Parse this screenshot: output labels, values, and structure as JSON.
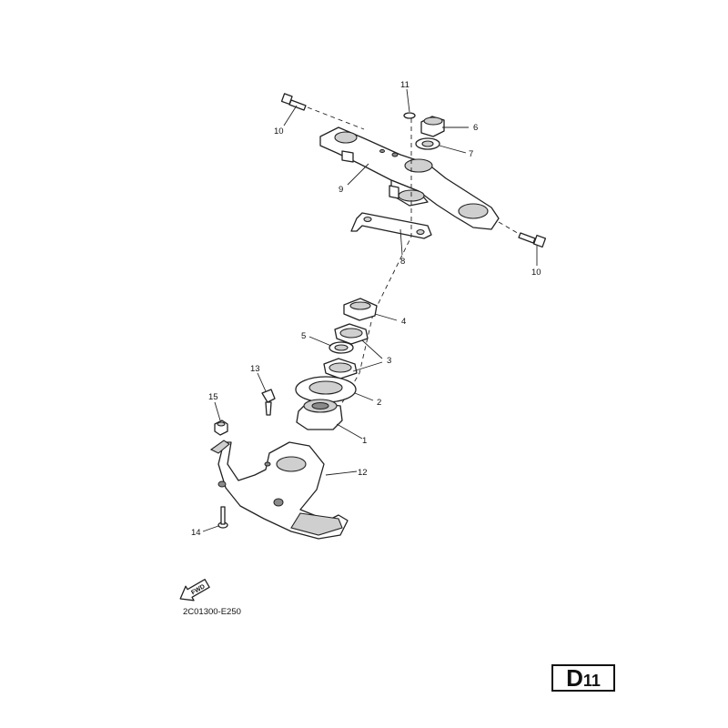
{
  "callouts": {
    "c1": "1",
    "c2": "2",
    "c3": "3",
    "c4": "4",
    "c5": "5",
    "c6": "6",
    "c7": "7",
    "c8": "8",
    "c9": "9",
    "c10a": "10",
    "c10b": "10",
    "c11": "11",
    "c12": "12",
    "c13": "13",
    "c14": "14",
    "c15": "15"
  },
  "fwd_label": "FWD",
  "diagram_code": "2C01300-E250",
  "page_id": {
    "letter": "D",
    "number": "11"
  },
  "icons": {
    "forward_arrow": "fwd-arrow-icon"
  }
}
